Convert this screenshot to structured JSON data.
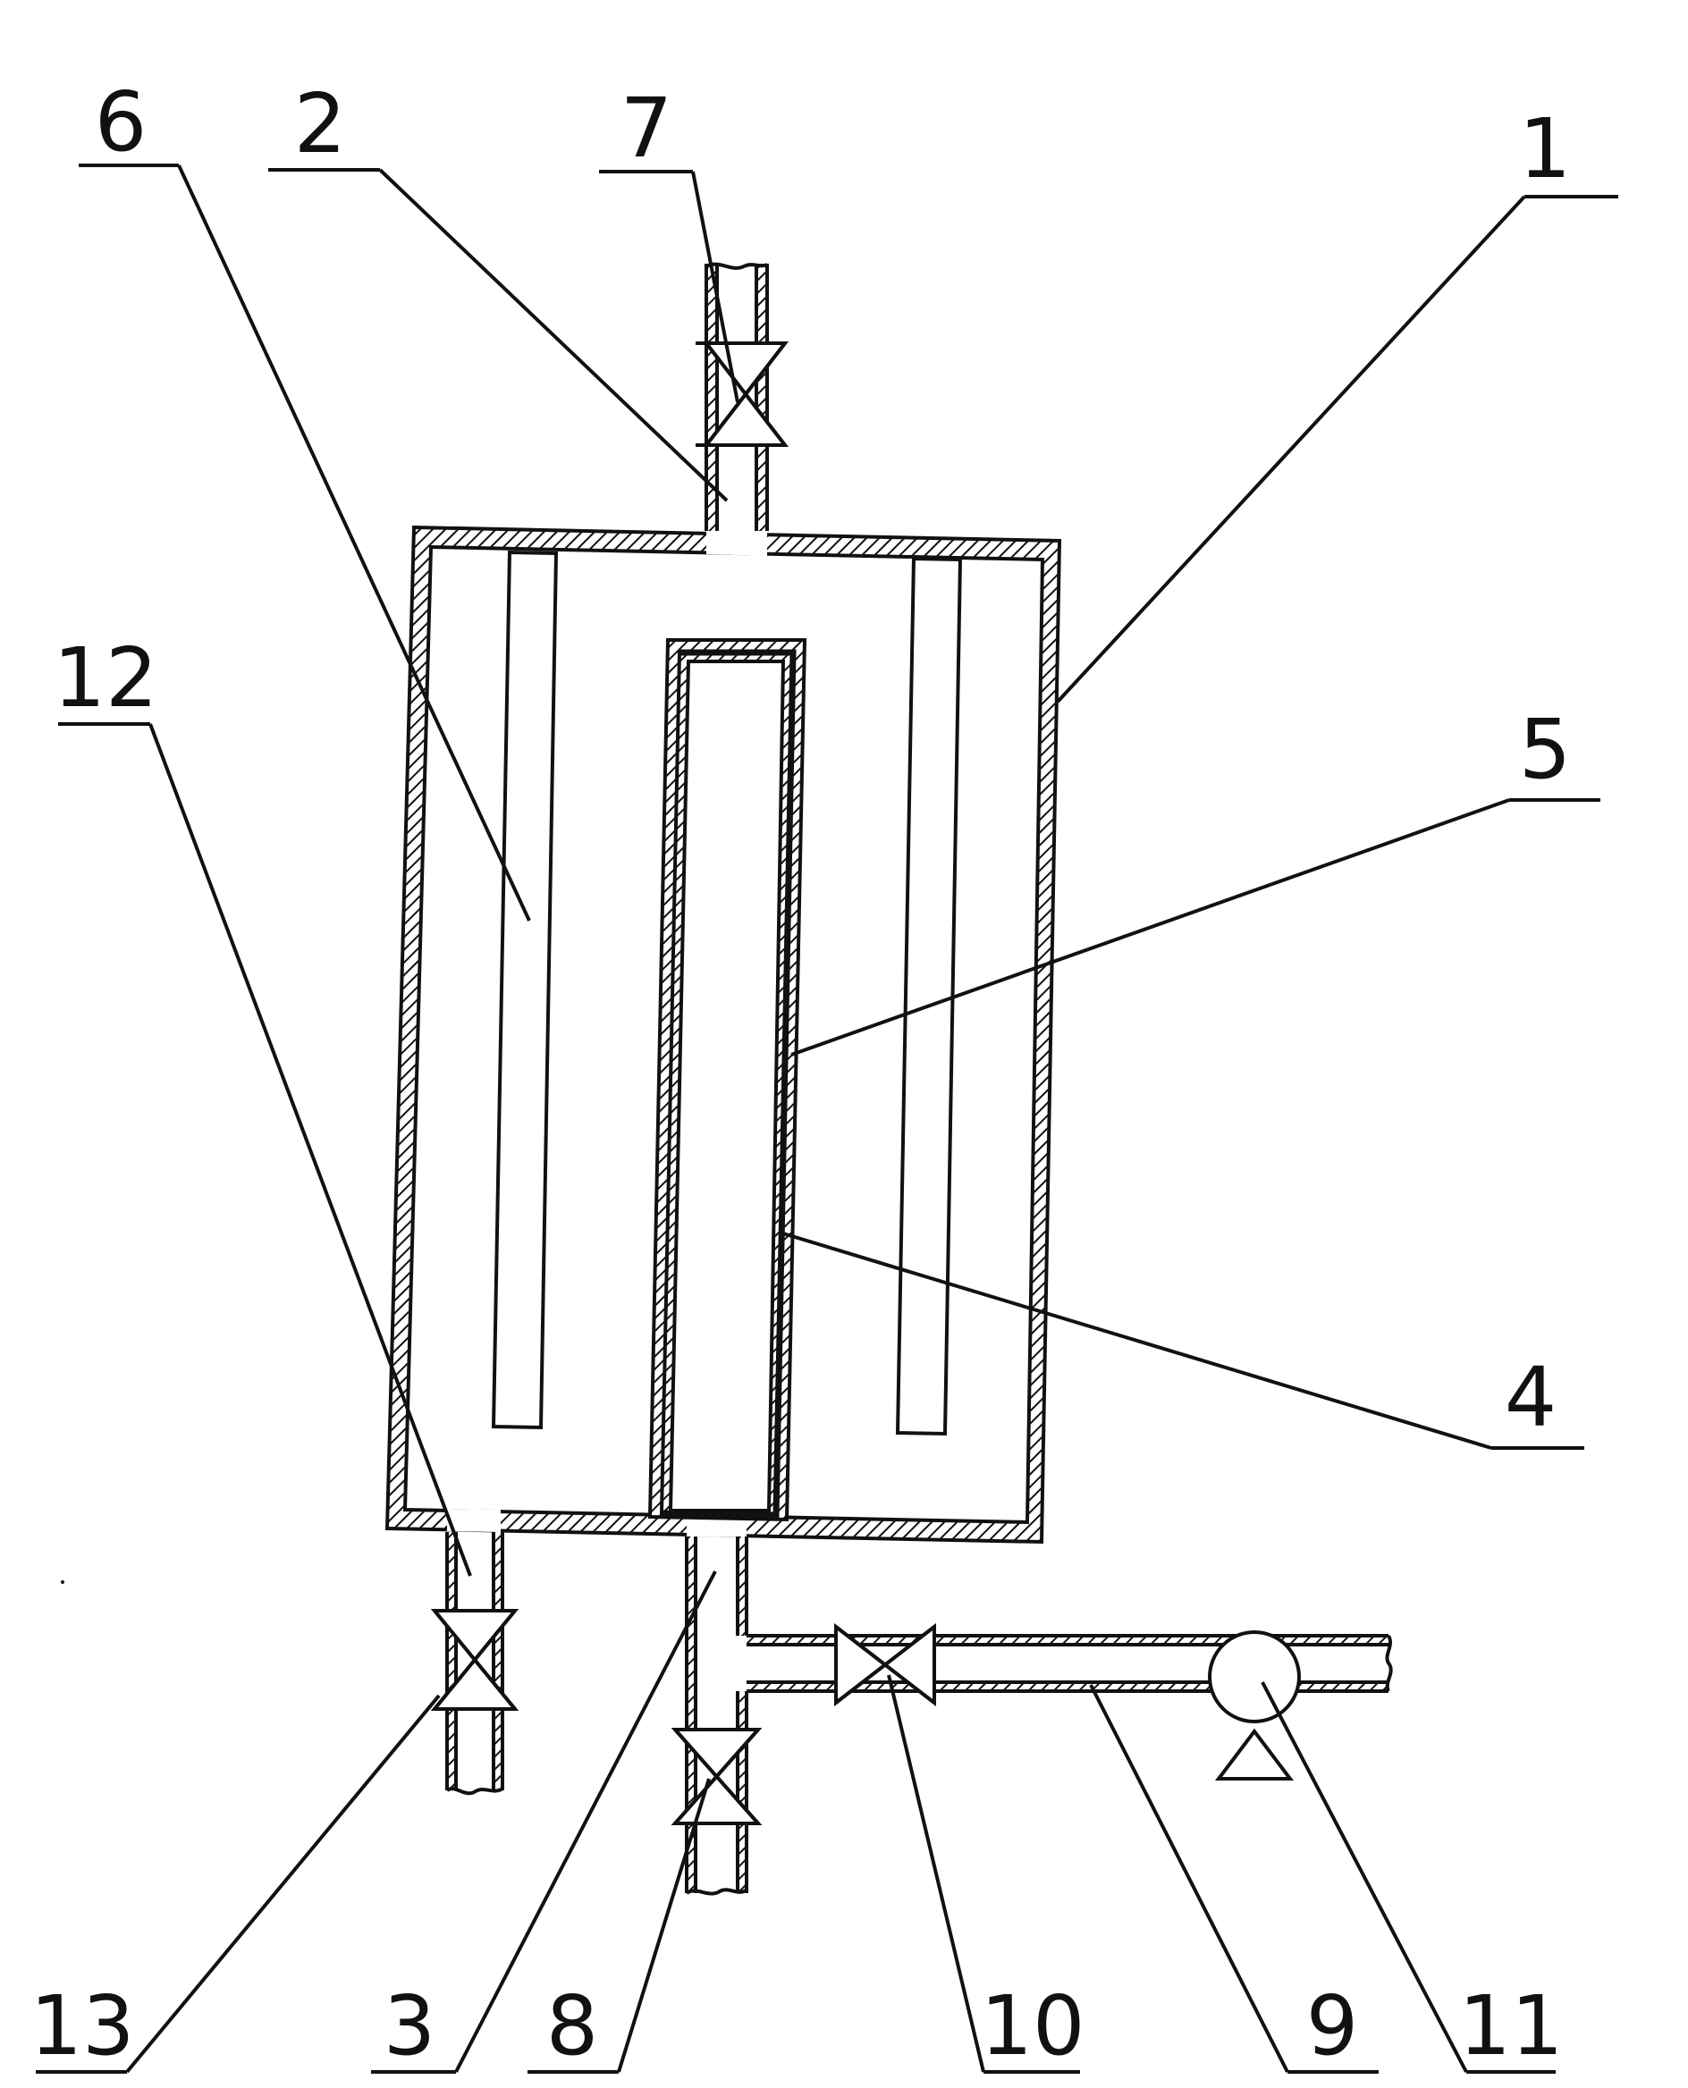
{
  "figure": {
    "ink_color": "#111111",
    "background_color": "#ffffff",
    "labels": {
      "l1": "1",
      "l2": "2",
      "l3": "3",
      "l4": "4",
      "l5": "5",
      "l6": "6",
      "l7": "7",
      "l8": "8",
      "l9": "9",
      "l10": "10",
      "l11": "11",
      "l12": "12",
      "l13": "13"
    }
  }
}
